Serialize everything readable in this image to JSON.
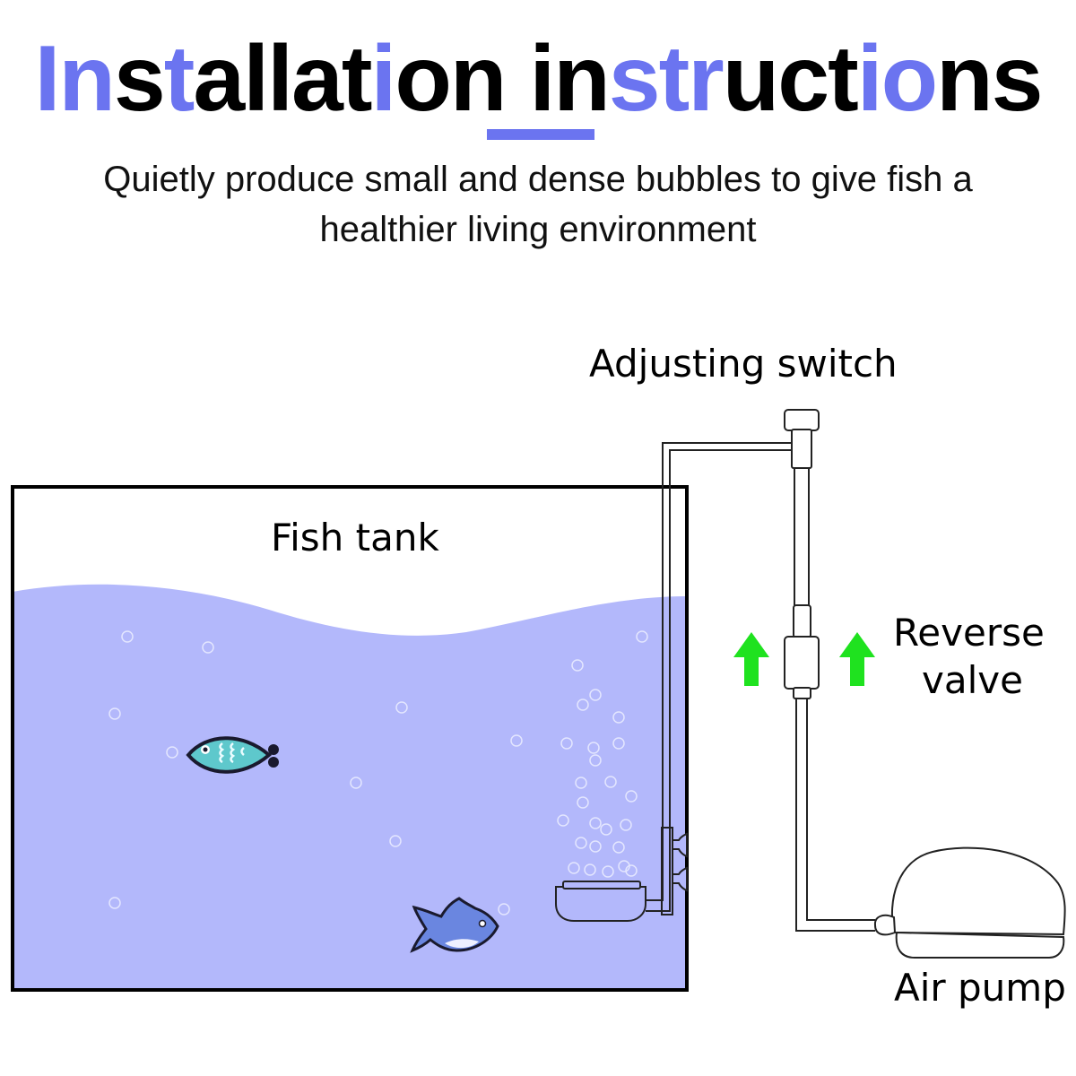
{
  "title": {
    "segments": [
      {
        "text": "In",
        "highlight": true
      },
      {
        "text": "s",
        "highlight": false
      },
      {
        "text": "t",
        "highlight": true
      },
      {
        "text": "allat",
        "highlight": false
      },
      {
        "text": "i",
        "highlight": true
      },
      {
        "text": "on in",
        "highlight": false
      },
      {
        "text": "str",
        "highlight": true
      },
      {
        "text": "uct",
        "highlight": false
      },
      {
        "text": "io",
        "highlight": true
      },
      {
        "text": "ns",
        "highlight": false
      }
    ],
    "full_text": "Installation instructions"
  },
  "subtitle": {
    "line1": "Quietly produce small and dense bubbles to give fish a",
    "line2": "healthier living environment"
  },
  "labels": {
    "adjusting_switch": "Adjusting switch",
    "fish_tank": "Fish tank",
    "reverse_valve_line1": "Reverse",
    "reverse_valve_line2": "valve",
    "air_pump": "Air pump"
  },
  "colors": {
    "accent": "#6b74f0",
    "water": "#b3b8fb",
    "arrow": "#1fe21f",
    "outline": "#000000",
    "fish1_body": "#5ec8cc",
    "fish2_body": "#6a86e0"
  }
}
